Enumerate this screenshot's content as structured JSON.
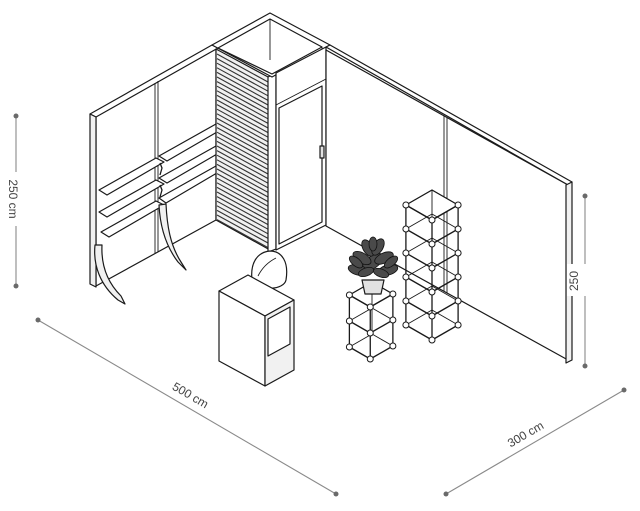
{
  "dimensions": {
    "height_left": "250 cm",
    "height_right": "250",
    "width": "500 cm",
    "depth": "300 cm"
  },
  "objects": {
    "back_wall": "panel-wall",
    "side_wall": "panel-wall",
    "slatted_panel": "slatwall",
    "door": "door",
    "shelving": "wall-shelves",
    "counter": "counter",
    "chair": "chair",
    "pedestal_cubes": "cube-shelf",
    "tall_cube_rack": "cube-rack",
    "plant": "potted-plant"
  }
}
